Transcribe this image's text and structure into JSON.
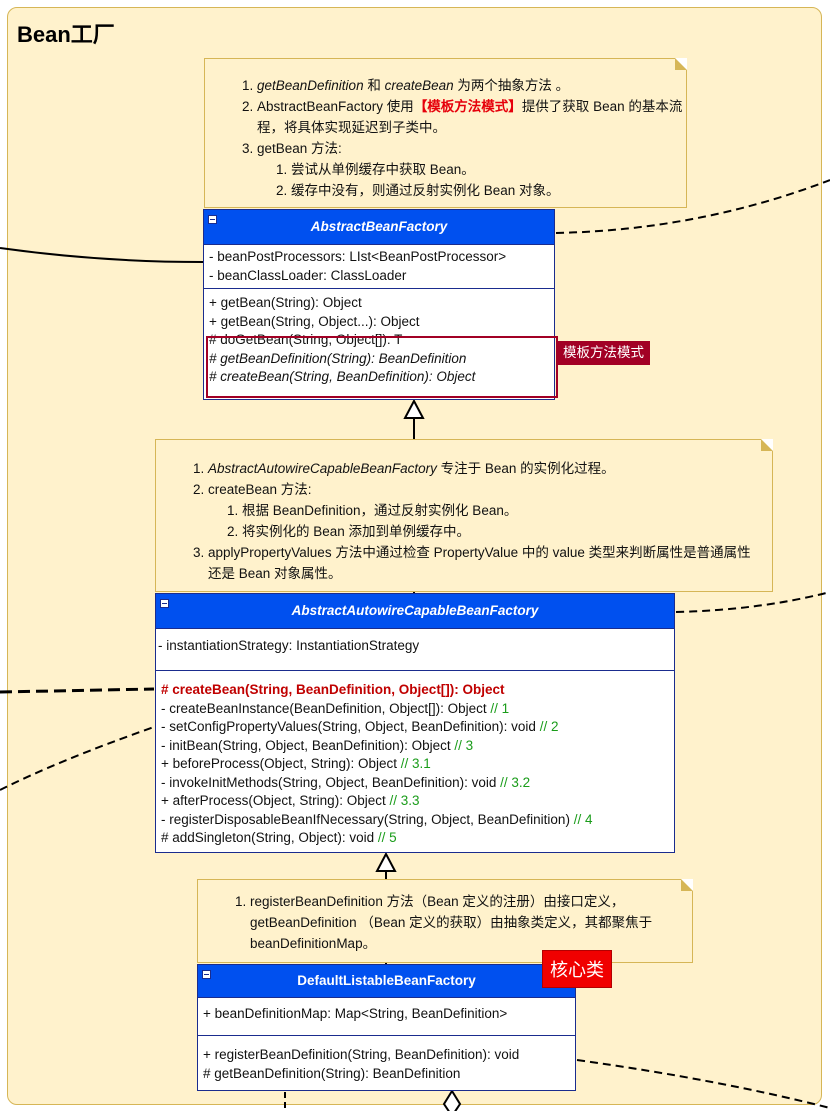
{
  "package": {
    "title": "Bean工厂"
  },
  "note1": {
    "item1_a": "getBeanDefinition",
    "item1_b": " 和 ",
    "item1_c": "createBean",
    "item1_d": " 为两个抽象方法 。",
    "item2_a": "AbstractBeanFactory 使用",
    "item2_b": "【模板方法模式】",
    "item2_c": "提供了获取 Bean 的基本流程，将具体实现延迟到子类中。",
    "item3": "getBean 方法:",
    "item3_sub1": "尝试从单例缓存中获取 Bean。",
    "item3_sub2": "缓存中没有，则通过反射实例化 Bean 对象。"
  },
  "class1": {
    "name": "AbstractBeanFactory",
    "fields": [
      "- beanPostProcessors: LIst<BeanPostProcessor>",
      "- beanClassLoader: ClassLoader"
    ],
    "methods": [
      "+ getBean(String): Object",
      "+ getBean(String, Object...): Object",
      "# doGetBean(String, Object[]): T"
    ],
    "abstract_methods": [
      "# getBeanDefinition(String): BeanDefinition",
      "# createBean(String, BeanDefinition): Object"
    ],
    "tag": "模板方法模式"
  },
  "note2": {
    "item1_a": "AbstractAutowireCapableBeanFactory",
    "item1_b": " 专注于 Bean 的实例化过程。",
    "item2": "createBean 方法:",
    "item2_sub1": "根据 BeanDefinition，通过反射实例化 Bean。",
    "item2_sub2": "将实例化的 Bean 添加到单例缓存中。",
    "item3": "applyPropertyValues 方法中通过检查 PropertyValue 中的 value 类型来判断属性是普通属性还是 Bean 对象属性。"
  },
  "class2": {
    "name": "AbstractAutowireCapableBeanFactory",
    "fields": [
      "- instantiationStrategy: InstantiationStrategy"
    ],
    "main_method": "# createBean(String, BeanDefinition, Object[]): Object",
    "methods": [
      {
        "sig": "- createBeanInstance(BeanDefinition, Object[]): Object ",
        "comment": "// 1"
      },
      {
        "sig": "- setConfigPropertyValues(String, Object, BeanDefinition): void ",
        "comment": "// 2"
      },
      {
        "sig": "- initBean(String, Object, BeanDefinition): Object ",
        "comment": "// 3"
      },
      {
        "sig": "+ beforeProcess(Object, String): Object ",
        "comment": "// 3.1"
      },
      {
        "sig": "- invokeInitMethods(String, Object, BeanDefinition): void ",
        "comment": "// 3.2"
      },
      {
        "sig": "+ afterProcess(Object, String): Object ",
        "comment": "// 3.3"
      },
      {
        "sig": "- registerDisposableBeanIfNecessary(String, Object, BeanDefinition) ",
        "comment": "// 4"
      },
      {
        "sig": "# addSingleton(String, Object): void ",
        "comment": "// 5"
      }
    ]
  },
  "note3": {
    "item1": "registerBeanDefinition 方法（Bean 定义的注册）由接口定义，getBeanDefinition （Bean 定义的获取）由抽象类定义，其都聚焦于beanDefinitionMap。"
  },
  "class3": {
    "name": "DefaultListableBeanFactory",
    "fields": [
      "+ beanDefinitionMap: Map<String, BeanDefinition>"
    ],
    "methods": [
      "+ registerBeanDefinition(String, BeanDefinition): void",
      "# getBeanDefinition(String): BeanDefinition"
    ],
    "tag": "核心类"
  },
  "colors": {
    "package_fill": "#fff2cc",
    "package_border": "#d6b656",
    "class_header": "#0050ef",
    "template_box": "#a20025",
    "core_tag": "#f00000",
    "comment": "#1a9c1a"
  }
}
